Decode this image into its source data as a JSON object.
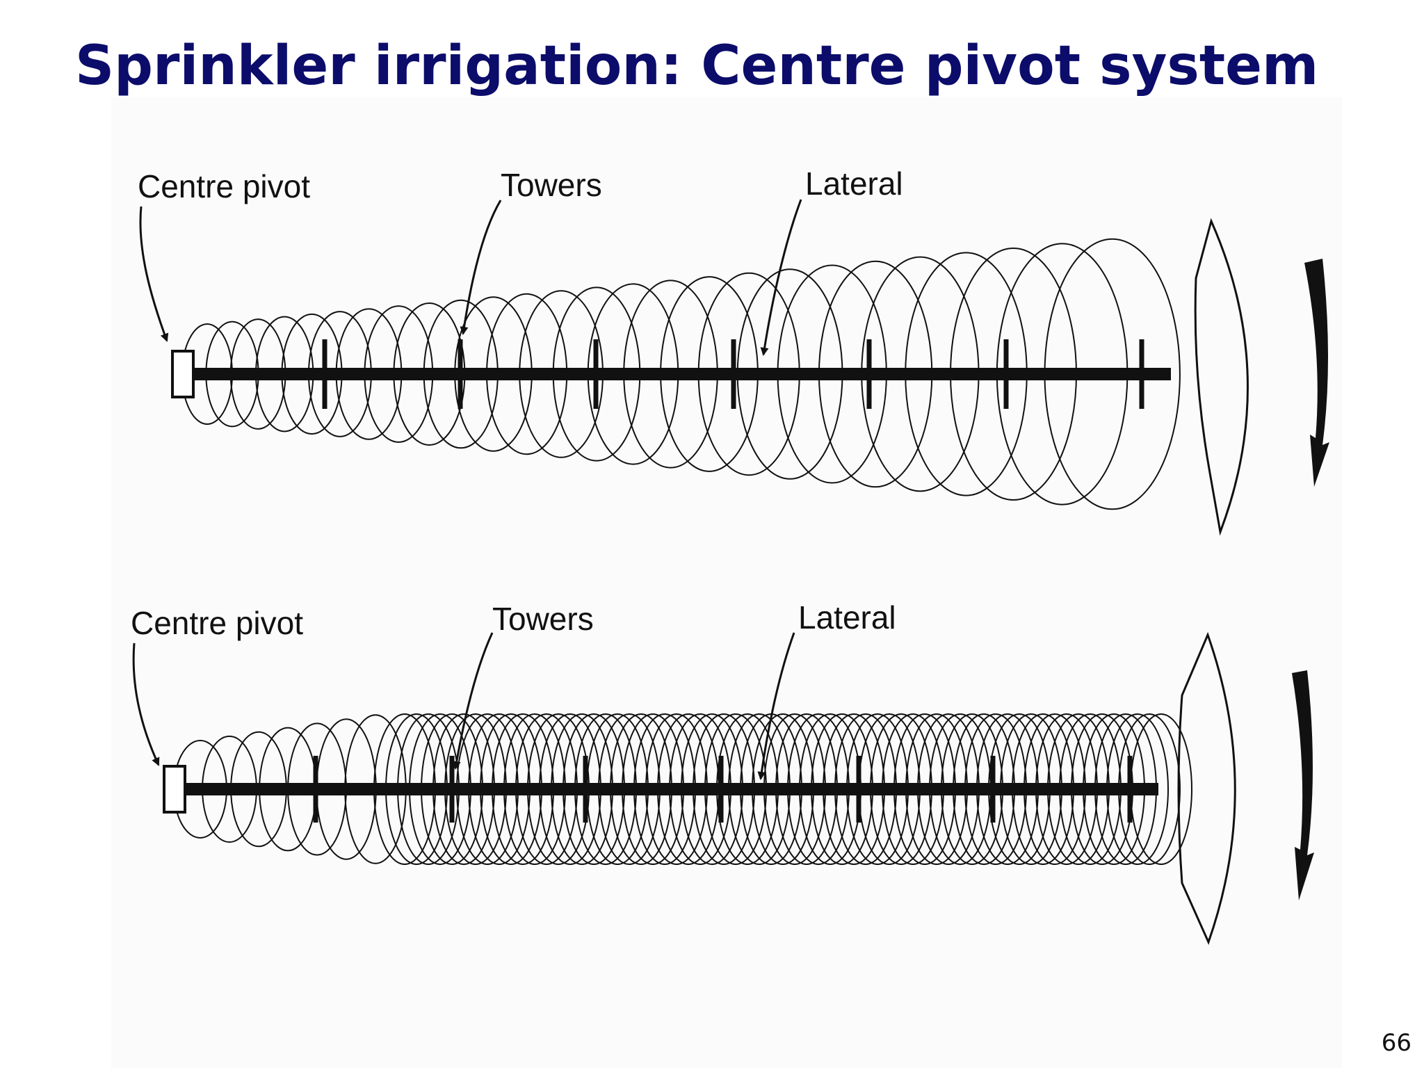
{
  "slide": {
    "title": "Sprinkler irrigation: Centre pivot system",
    "page_number": "66"
  },
  "diagrams": [
    {
      "labels": {
        "pivot": "Centre pivot",
        "towers": "Towers",
        "lateral": "Lateral"
      }
    },
    {
      "labels": {
        "pivot": "Centre pivot",
        "towers": "Towers",
        "lateral": "Lateral"
      }
    }
  ],
  "colors": {
    "title": "#0c0c6b",
    "ink": "#111111",
    "panel": "#fbfbfb"
  }
}
